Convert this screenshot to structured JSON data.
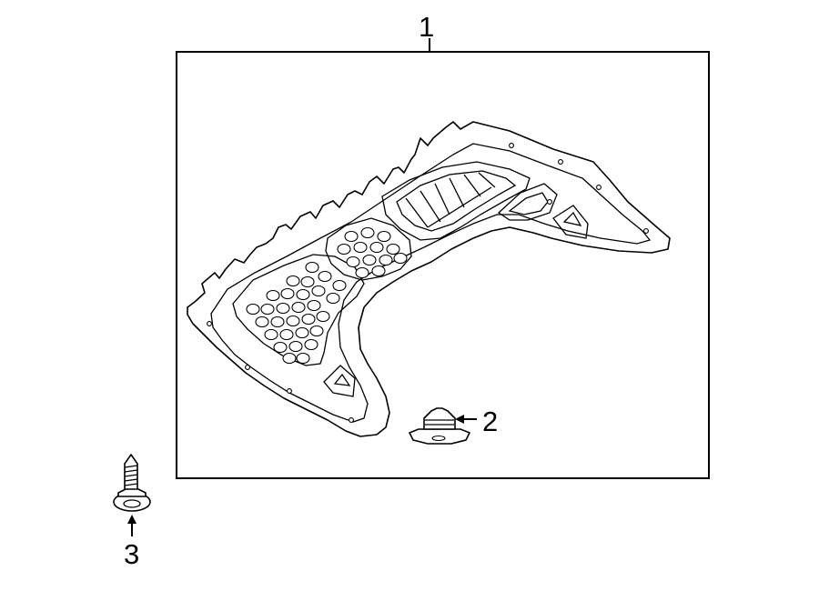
{
  "callouts": {
    "shield": "1",
    "clip": "2",
    "bolt": "3"
  },
  "colors": {
    "line": "#000000",
    "background": "#ffffff"
  }
}
